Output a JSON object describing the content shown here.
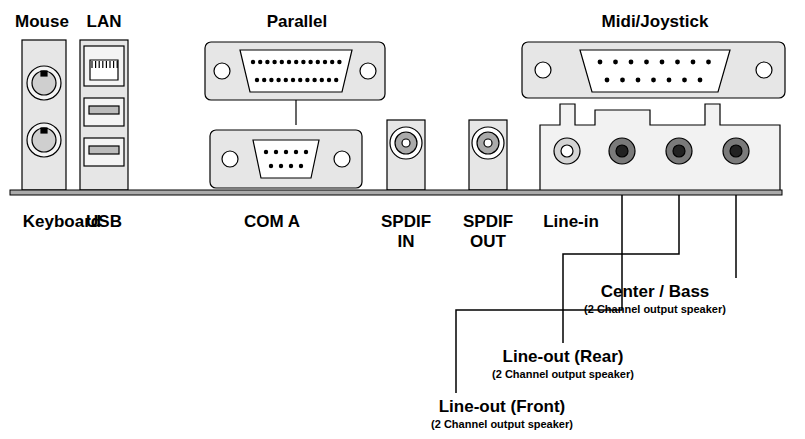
{
  "diagram": {
    "labels": [
      "Mouse",
      "LAN",
      "Parallel",
      "Midi/Joystick",
      "Keyboard",
      "USB",
      "COM A",
      "SPDIF IN",
      "SPDIF OUT",
      "Line-in",
      "Center / Bass",
      "(2 Channel output speaker)",
      "Line-out (Rear)",
      "(2 Channel output speaker)",
      "Line-out (Front)",
      "(2 Channel output speaker)"
    ]
  }
}
